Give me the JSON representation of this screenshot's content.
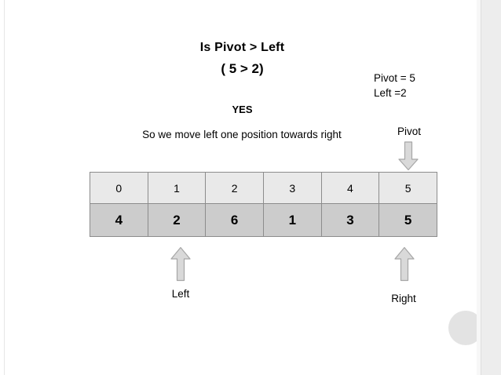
{
  "slide": {
    "title_line1": "Is Pivot > Left",
    "title_line2": "( 5 > 2)",
    "answer": "YES",
    "explanation": "So we move left one position towards right",
    "legend": "Pivot = 5\n Left =2"
  },
  "pointers": {
    "pivot_label": "Pivot",
    "left_label": "Left",
    "right_label": "Right"
  },
  "array": {
    "indices": [
      "0",
      "1",
      "2",
      "3",
      "4",
      "5"
    ],
    "values": [
      "4",
      "2",
      "6",
      "1",
      "3",
      "5"
    ]
  },
  "colors": {
    "index_row_bg": "#e9e9e9",
    "value_row_bg": "#cccccc",
    "cell_border": "#8c8c8c",
    "arrow_fill": "#d9d9d9",
    "arrow_stroke": "#a6a6a6",
    "text": "#000000",
    "gutter": "#ededed",
    "circle": "#e3e3e3"
  }
}
